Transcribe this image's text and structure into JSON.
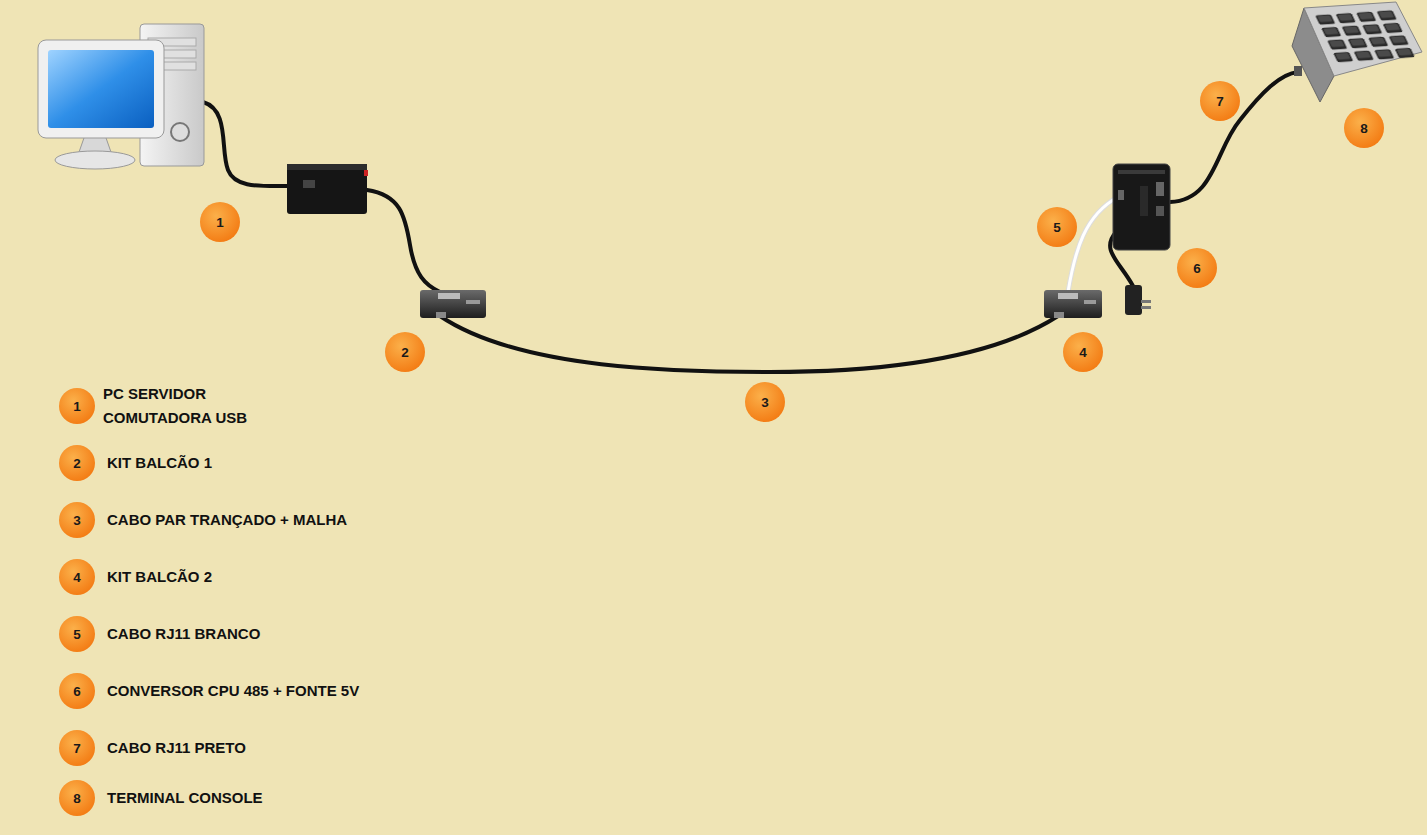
{
  "diagram": {
    "nodes": [
      {
        "text": [
          "7"
        ]
      },
      {
        "text": [
          "8"
        ]
      },
      {
        "text": [
          "1"
        ]
      },
      {
        "text": [
          "5"
        ]
      },
      {
        "text": [
          "6"
        ]
      },
      {
        "text": [
          "2"
        ]
      },
      {
        "text": [
          "4"
        ]
      },
      {
        "text": [
          "3"
        ]
      },
      {
        "text": [
          "1",
          "PC SERVIDOR COMUTADORA USB"
        ]
      },
      {
        "text": [
          "2",
          "KIT BALCÃO 1"
        ]
      },
      {
        "text": [
          "3",
          "CABO PAR TRANÇADO + MALHA"
        ]
      },
      {
        "text": [
          "4",
          "KIT BALCÃO 2"
        ]
      },
      {
        "text": [
          "5",
          "CABO RJ11 BRANCO"
        ]
      },
      {
        "text": [
          "6",
          "CONVERSOR CPU 485 + FONTE 5V"
        ]
      },
      {
        "text": [
          "7",
          "CABO RJ11 PRETO"
        ]
      },
      {
        "text": [
          "8",
          "TERMINAL CONSOLE"
        ]
      }
    ]
  }
}
